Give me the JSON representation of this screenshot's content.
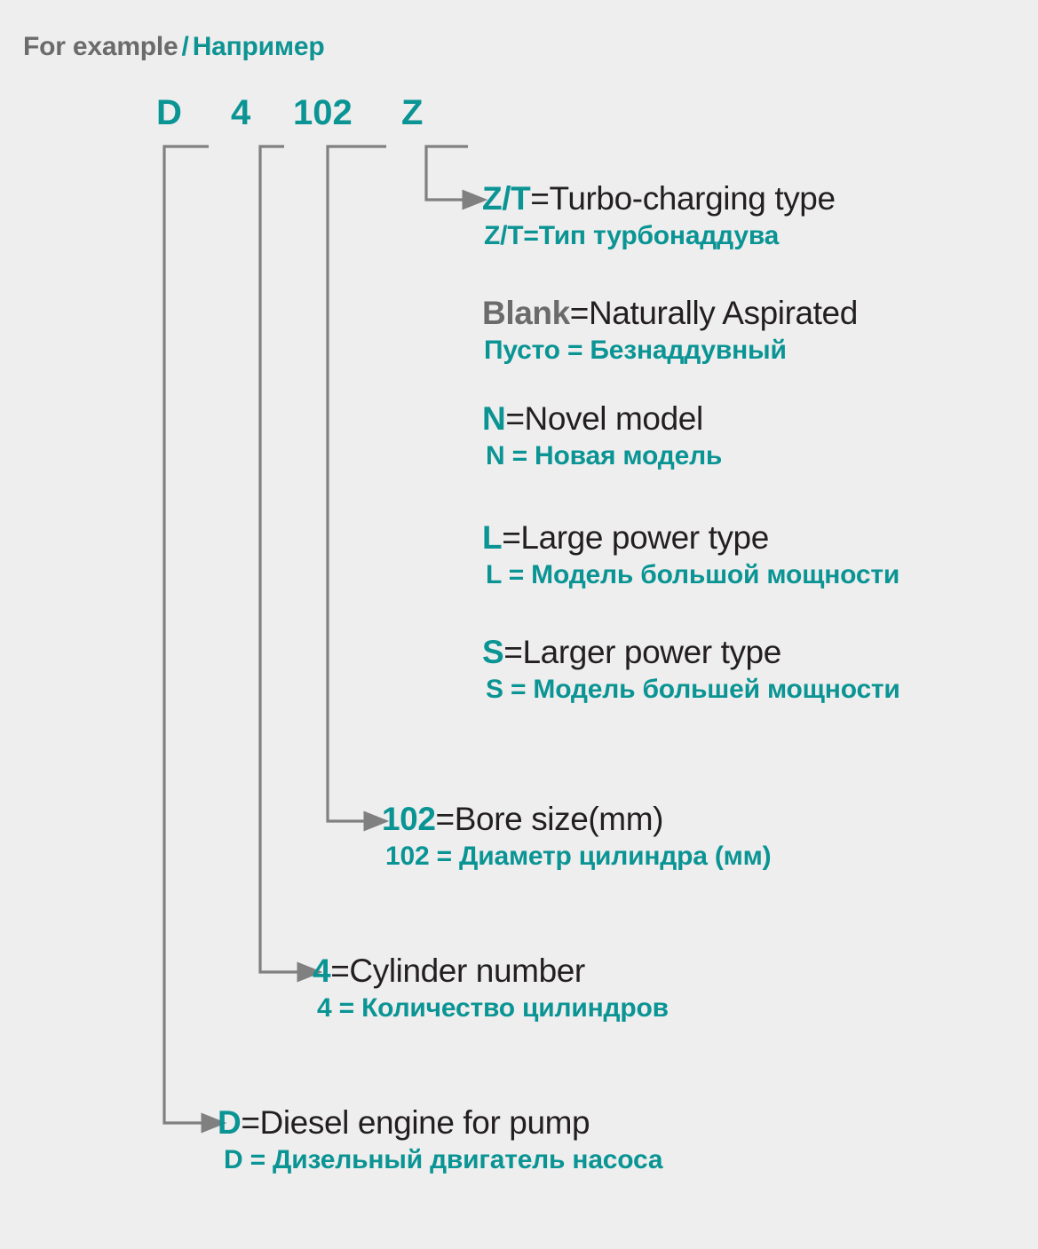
{
  "header": {
    "en": "For example",
    "separator": "/",
    "ru": "Например"
  },
  "code": {
    "parts": [
      {
        "id": "d",
        "text": "D"
      },
      {
        "id": "4",
        "text": "4"
      },
      {
        "id": "102",
        "text": "102"
      },
      {
        "id": "z",
        "text": "Z"
      }
    ]
  },
  "entries": [
    {
      "id": "zt",
      "key": "Z/T",
      "key_style": "teal",
      "en_rest": "=Turbo-charging type",
      "ru": "Z/T=Тип турбонаддува"
    },
    {
      "id": "blank",
      "key": "Blank",
      "key_style": "gray",
      "en_rest": "=Naturally Aspirated",
      "ru": "Пусто = Безнаддувный"
    },
    {
      "id": "n",
      "key": "N",
      "key_style": "teal",
      "en_rest": "=Novel model",
      "ru": "N = Новая модель"
    },
    {
      "id": "l",
      "key": "L",
      "key_style": "teal",
      "en_rest": "=Large power type",
      "ru": "L = Модель большой мощности"
    },
    {
      "id": "s",
      "key": "S",
      "key_style": "teal",
      "en_rest": "=Larger power type",
      "ru": "S = Модель большей мощности"
    },
    {
      "id": "102",
      "key": "102",
      "key_style": "teal",
      "en_rest": "=Bore size(mm)",
      "ru": "102 = Диаметр цилиндра (мм)"
    },
    {
      "id": "4",
      "key": "4",
      "key_style": "teal",
      "en_rest": "=Cylinder number",
      "ru": "4 = Количество цилиндров"
    },
    {
      "id": "d",
      "key": "D",
      "key_style": "teal",
      "en_rest": "=Diesel engine for pump",
      "ru": "D = Дизельный двигатель насоса"
    }
  ],
  "colors": {
    "background": "#eeeeee",
    "teal": "#0b9494",
    "gray_text": "#6b6b6b",
    "dark_text": "#231f20",
    "connector_line": "#808080"
  }
}
